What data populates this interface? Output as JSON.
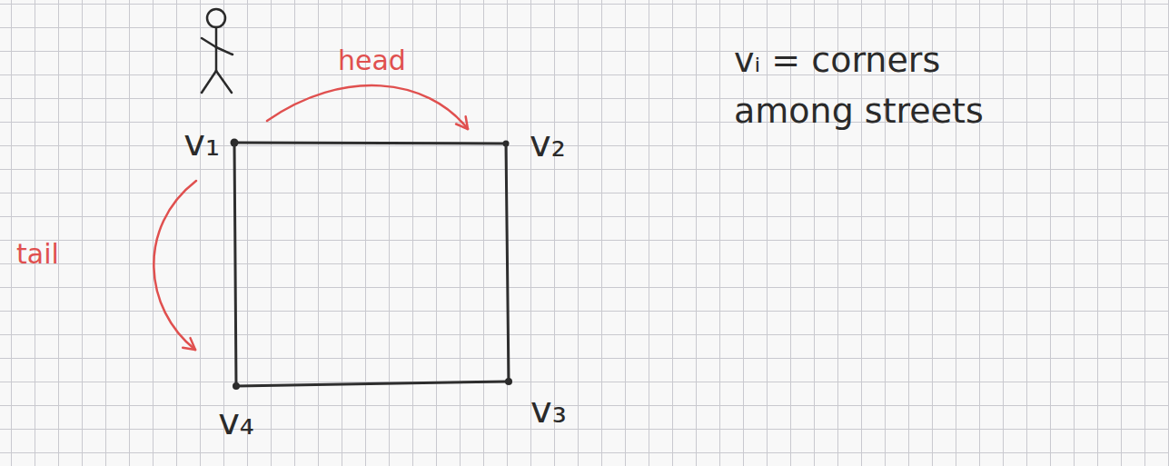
{
  "diagram": {
    "nodes": [
      {
        "text": [
          "v₁"
        ]
      },
      {
        "text": [
          "v₂"
        ]
      },
      {
        "text": [
          "v₃"
        ]
      },
      {
        "text": [
          "v₄"
        ]
      }
    ],
    "edges": [
      {
        "from": 0,
        "to": 1,
        "arrow": "none"
      },
      {
        "from": 1,
        "to": 2,
        "arrow": "none"
      },
      {
        "from": 2,
        "to": 3,
        "arrow": "none"
      },
      {
        "from": 3,
        "to": 0,
        "arrow": "none"
      },
      {
        "from": 0,
        "to": 1,
        "label": "head",
        "arrow": "to"
      },
      {
        "from": 0,
        "to": 3,
        "label": "tail",
        "arrow": "to"
      }
    ],
    "labels": [
      "vᵢ = corners among streets"
    ]
  }
}
